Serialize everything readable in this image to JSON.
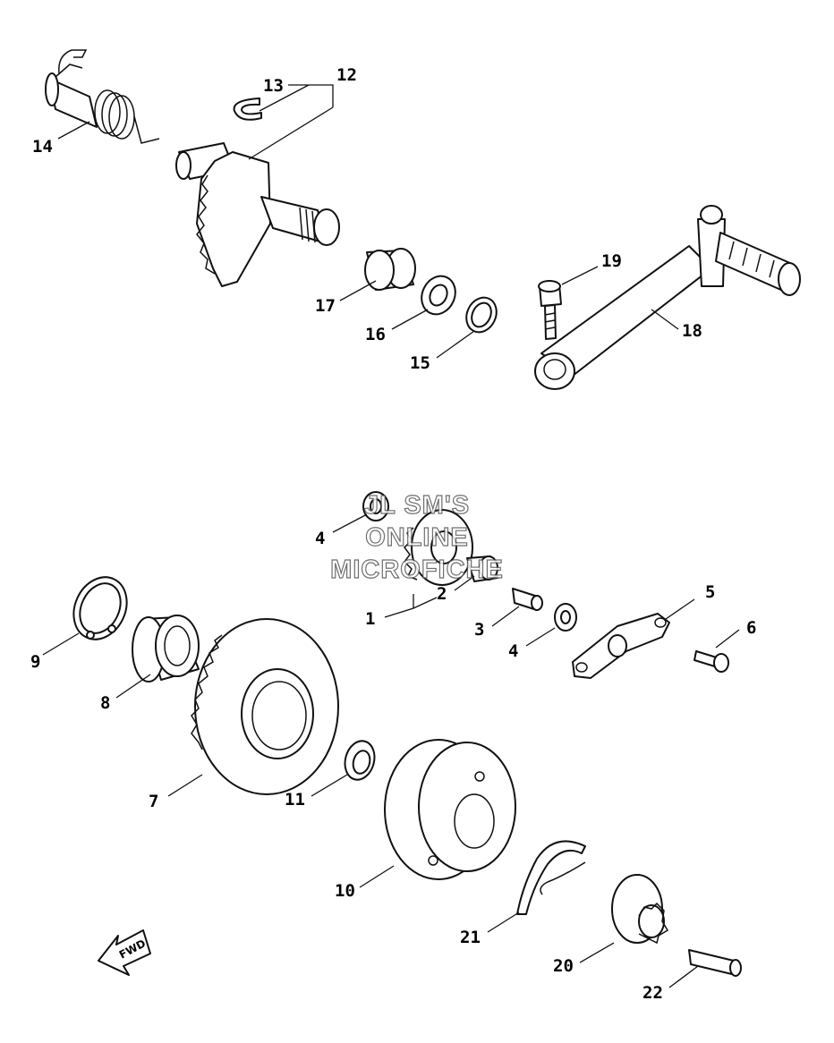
{
  "watermark": {
    "line1": "JL SM'S",
    "line2": "ONLINE",
    "line3": "MICROFICHE"
  },
  "direction_arrow": {
    "label": "FWD"
  },
  "callouts": [
    {
      "id": "13",
      "label": "13"
    },
    {
      "id": "12",
      "label": "12"
    },
    {
      "id": "14",
      "label": "14"
    },
    {
      "id": "17",
      "label": "17"
    },
    {
      "id": "16",
      "label": "16"
    },
    {
      "id": "15",
      "label": "15"
    },
    {
      "id": "19",
      "label": "19"
    },
    {
      "id": "18",
      "label": "18"
    },
    {
      "id": "4a",
      "label": "4"
    },
    {
      "id": "2",
      "label": "2"
    },
    {
      "id": "1",
      "label": "1"
    },
    {
      "id": "3",
      "label": "3"
    },
    {
      "id": "4b",
      "label": "4"
    },
    {
      "id": "5",
      "label": "5"
    },
    {
      "id": "6",
      "label": "6"
    },
    {
      "id": "9",
      "label": "9"
    },
    {
      "id": "8",
      "label": "8"
    },
    {
      "id": "7",
      "label": "7"
    },
    {
      "id": "11",
      "label": "11"
    },
    {
      "id": "10",
      "label": "10"
    },
    {
      "id": "21",
      "label": "21"
    },
    {
      "id": "20",
      "label": "20"
    },
    {
      "id": "22",
      "label": "22"
    }
  ],
  "icons": {
    "fwd_arrow": "fwd-arrow-icon"
  }
}
